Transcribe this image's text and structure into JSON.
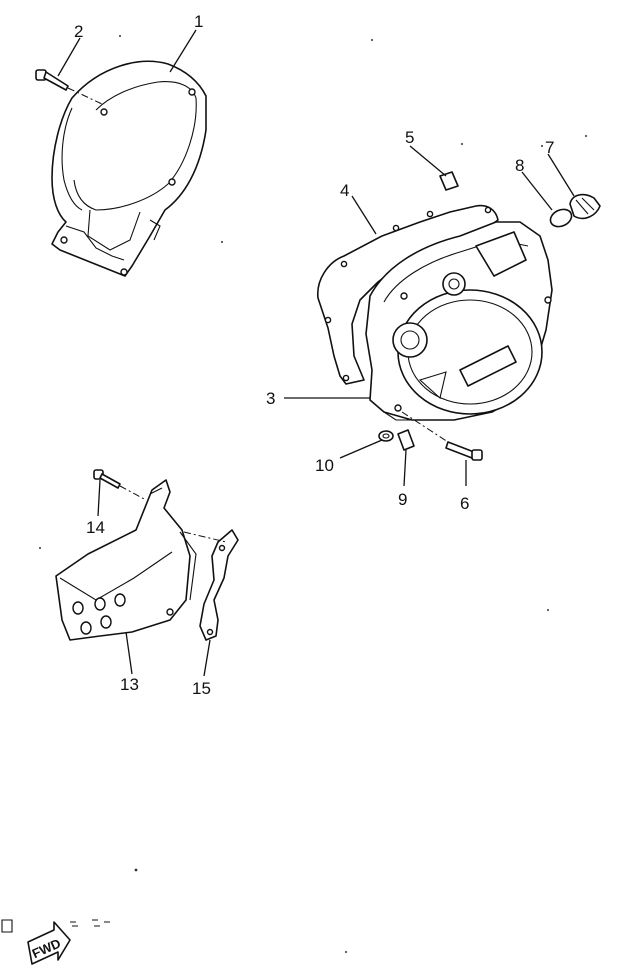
{
  "callouts": {
    "c1": "1",
    "c2": "2",
    "c3": "3",
    "c4": "4",
    "c5": "5",
    "c6": "6",
    "c7": "7",
    "c8": "8",
    "c9": "9",
    "c10": "10",
    "c13": "13",
    "c14": "14",
    "c15": "15"
  },
  "fwd_label": "FWD"
}
